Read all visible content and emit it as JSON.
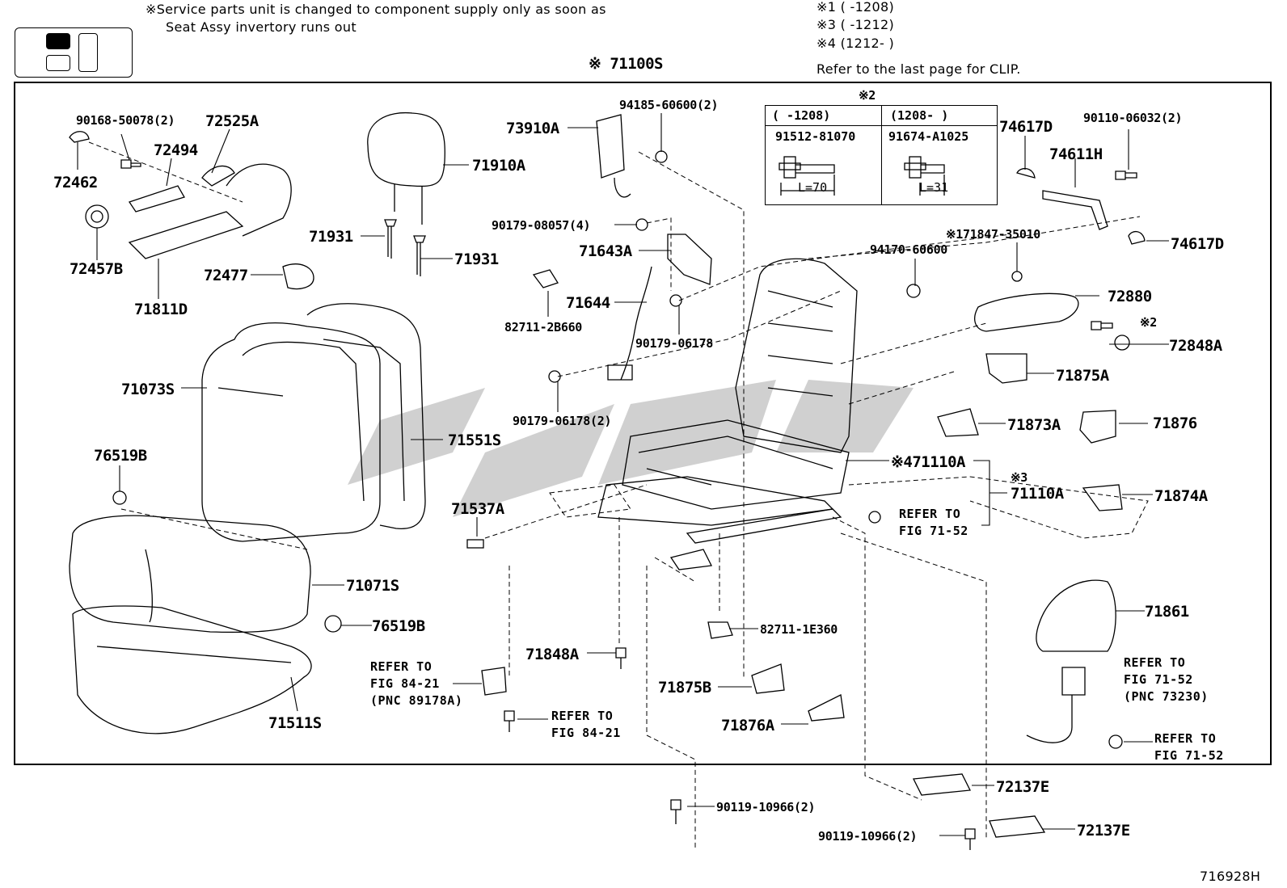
{
  "header": {
    "service_note_line1": "※Service parts unit is changed to component supply only as soon as",
    "service_note_line2": "Seat Assy invertory runs out",
    "date_note_1": "※1 (      -1208)",
    "date_note_3": "※3 (      -1212)",
    "date_note_4": "※4 (1212-      )",
    "clip_note": "Refer to the last page for CLIP.",
    "assembly_label": "※ 71100S"
  },
  "bolt_table": {
    "title": "※2",
    "col1_range": "(      -1208)",
    "col2_range": "(1208-      )",
    "col1_part": "91512-81070",
    "col2_part": "91674-A1025",
    "col1_length": "L=70",
    "col2_length": "L=31"
  },
  "parts": {
    "p90168": "90168-50078(2)",
    "p72525A": "72525A",
    "p72494": "72494",
    "p72462": "72462",
    "p72457B": "72457B",
    "p71811D": "71811D",
    "p72477": "72477",
    "p71910A": "71910A",
    "p71931a": "71931",
    "p71931b": "71931",
    "p94185": "94185-60600(2)",
    "p73910A": "73910A",
    "p90179_08057": "90179-08057(4)",
    "p71643A": "71643A",
    "p71644": "71644",
    "p82711_2B660": "82711-2B660",
    "p90179_06178": "90179-06178",
    "p90179_06178_2": "90179-06178(2)",
    "p74617D_a": "74617D",
    "p90110": "90110-06032(2)",
    "p74611H": "74611H",
    "p74617D_b": "74617D",
    "p171847": "※171847-35010",
    "p94170": "94170-60600",
    "p72880": "72880",
    "p_star2": "※2",
    "p72848A": "72848A",
    "p71875A": "71875A",
    "p71873A": "71873A",
    "p71876": "71876",
    "p71110A_4": "※471110A",
    "p_star3": "※3",
    "p71110A": "71110A",
    "p71874A": "71874A",
    "p71073S": "71073S",
    "p71551S": "71551S",
    "p76519B_a": "76519B",
    "p71537A": "71537A",
    "p71071S": "71071S",
    "p76519B_b": "76519B",
    "p71511S": "71511S",
    "p71848A": "71848A",
    "p82711_1E360": "82711-1E360",
    "p71875B": "71875B",
    "p71876A": "71876A",
    "p71861": "71861",
    "p72137E_a": "72137E",
    "p72137E_b": "72137E",
    "p90119_a": "90119-10966(2)",
    "p90119_b": "90119-10966(2)"
  },
  "refs": {
    "ref_71_52_mid_1": "REFER TO",
    "ref_71_52_mid_2": "FIG 71-52",
    "ref_84_21_a_1": "REFER TO",
    "ref_84_21_a_2": "FIG 84-21",
    "ref_84_21_a_3": "(PNC 89178A)",
    "ref_84_21_b_1": "REFER TO",
    "ref_84_21_b_2": "FIG 84-21",
    "ref_71_52_r_1": "REFER TO",
    "ref_71_52_r_2": "FIG 71-52",
    "ref_71_52_r_3": "(PNC 73230)",
    "ref_71_52_br_1": "REFER TO",
    "ref_71_52_br_2": "FIG 71-52"
  },
  "footer": {
    "figure_code": "716928H"
  },
  "colors": {
    "ink": "#000000",
    "paper": "#ffffff",
    "watermark": "#c8c8c8"
  }
}
